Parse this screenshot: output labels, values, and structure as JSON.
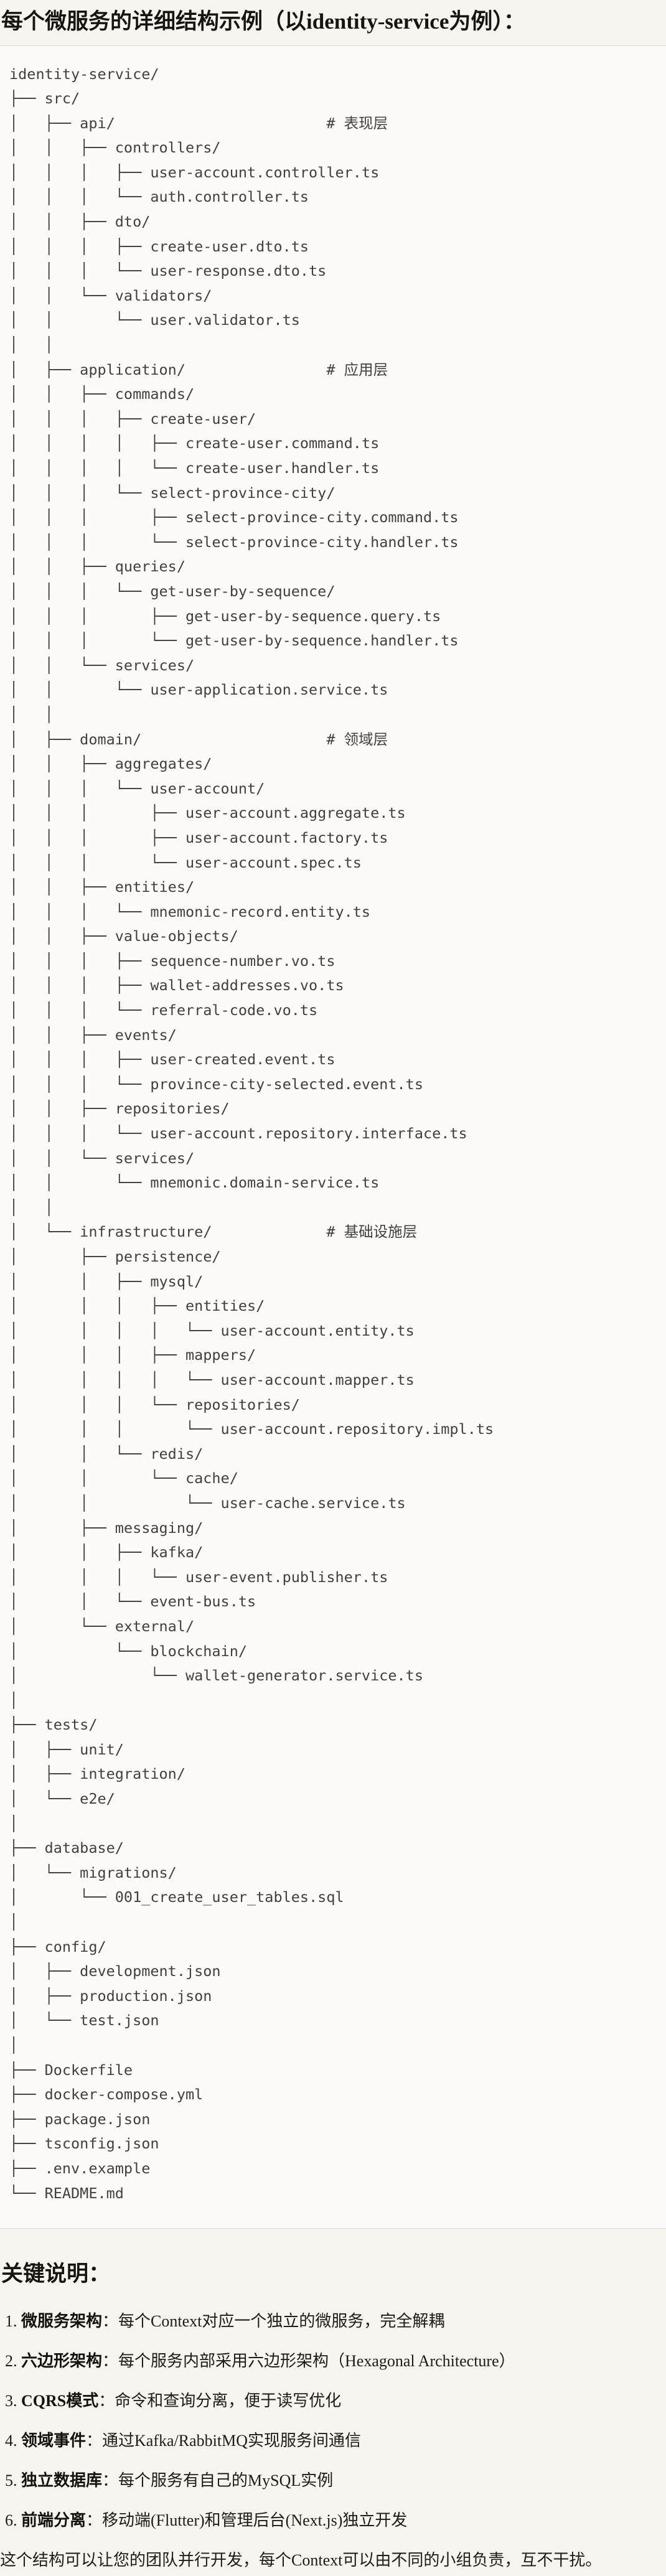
{
  "page": {
    "title": "每个微服务的详细结构示例（以identity-service为例）："
  },
  "tree": {
    "lines": [
      "identity-service/",
      "├── src/",
      "│   ├── api/                        # 表现层",
      "│   │   ├── controllers/",
      "│   │   │   ├── user-account.controller.ts",
      "│   │   │   └── auth.controller.ts",
      "│   │   ├── dto/",
      "│   │   │   ├── create-user.dto.ts",
      "│   │   │   └── user-response.dto.ts",
      "│   │   └── validators/",
      "│   │       └── user.validator.ts",
      "│   │",
      "│   ├── application/                # 应用层",
      "│   │   ├── commands/",
      "│   │   │   ├── create-user/",
      "│   │   │   │   ├── create-user.command.ts",
      "│   │   │   │   └── create-user.handler.ts",
      "│   │   │   └── select-province-city/",
      "│   │   │       ├── select-province-city.command.ts",
      "│   │   │       └── select-province-city.handler.ts",
      "│   │   ├── queries/",
      "│   │   │   └── get-user-by-sequence/",
      "│   │   │       ├── get-user-by-sequence.query.ts",
      "│   │   │       └── get-user-by-sequence.handler.ts",
      "│   │   └── services/",
      "│   │       └── user-application.service.ts",
      "│   │",
      "│   ├── domain/                     # 领域层",
      "│   │   ├── aggregates/",
      "│   │   │   └── user-account/",
      "│   │   │       ├── user-account.aggregate.ts",
      "│   │   │       ├── user-account.factory.ts",
      "│   │   │       └── user-account.spec.ts",
      "│   │   ├── entities/",
      "│   │   │   └── mnemonic-record.entity.ts",
      "│   │   ├── value-objects/",
      "│   │   │   ├── sequence-number.vo.ts",
      "│   │   │   ├── wallet-addresses.vo.ts",
      "│   │   │   └── referral-code.vo.ts",
      "│   │   ├── events/",
      "│   │   │   ├── user-created.event.ts",
      "│   │   │   └── province-city-selected.event.ts",
      "│   │   ├── repositories/",
      "│   │   │   └── user-account.repository.interface.ts",
      "│   │   └── services/",
      "│   │       └── mnemonic.domain-service.ts",
      "│   │",
      "│   └── infrastructure/             # 基础设施层",
      "│       ├── persistence/",
      "│       │   ├── mysql/",
      "│       │   │   ├── entities/",
      "│       │   │   │   └── user-account.entity.ts",
      "│       │   │   ├── mappers/",
      "│       │   │   │   └── user-account.mapper.ts",
      "│       │   │   └── repositories/",
      "│       │   │       └── user-account.repository.impl.ts",
      "│       │   └── redis/",
      "│       │       └── cache/",
      "│       │           └── user-cache.service.ts",
      "│       ├── messaging/",
      "│       │   ├── kafka/",
      "│       │   │   └── user-event.publisher.ts",
      "│       │   └── event-bus.ts",
      "│       └── external/",
      "│           └── blockchain/",
      "│               └── wallet-generator.service.ts",
      "│",
      "├── tests/",
      "│   ├── unit/",
      "│   ├── integration/",
      "│   └── e2e/",
      "│",
      "├── database/",
      "│   └── migrations/",
      "│       └── 001_create_user_tables.sql",
      "│",
      "├── config/",
      "│   ├── development.json",
      "│   ├── production.json",
      "│   └── test.json",
      "│",
      "├── Dockerfile",
      "├── docker-compose.yml",
      "├── package.json",
      "├── tsconfig.json",
      "├── .env.example",
      "└── README.md"
    ]
  },
  "notes": {
    "heading": "关键说明：",
    "items": [
      {
        "term": "微服务架构",
        "desc": "：每个Context对应一个独立的微服务，完全解耦"
      },
      {
        "term": "六边形架构",
        "desc": "：每个服务内部采用六边形架构（Hexagonal Architecture）"
      },
      {
        "term": "CQRS模式",
        "desc": "：命令和查询分离，便于读写优化"
      },
      {
        "term": "领域事件",
        "desc": "：通过Kafka/RabbitMQ实现服务间通信"
      },
      {
        "term": "独立数据库",
        "desc": "：每个服务有自己的MySQL实例"
      },
      {
        "term": "前端分离",
        "desc": "：移动端(Flutter)和管理后台(Next.js)独立开发"
      }
    ],
    "footer": "这个结构可以让您的团队并行开发，每个Context可以由不同的小组负责，互不干扰。"
  },
  "colors": {
    "page_background": "#f7f5ef",
    "code_background": "#fcfbf8",
    "code_border": "#dedad2",
    "code_text": "#41403c",
    "heading_text": "#171511"
  }
}
